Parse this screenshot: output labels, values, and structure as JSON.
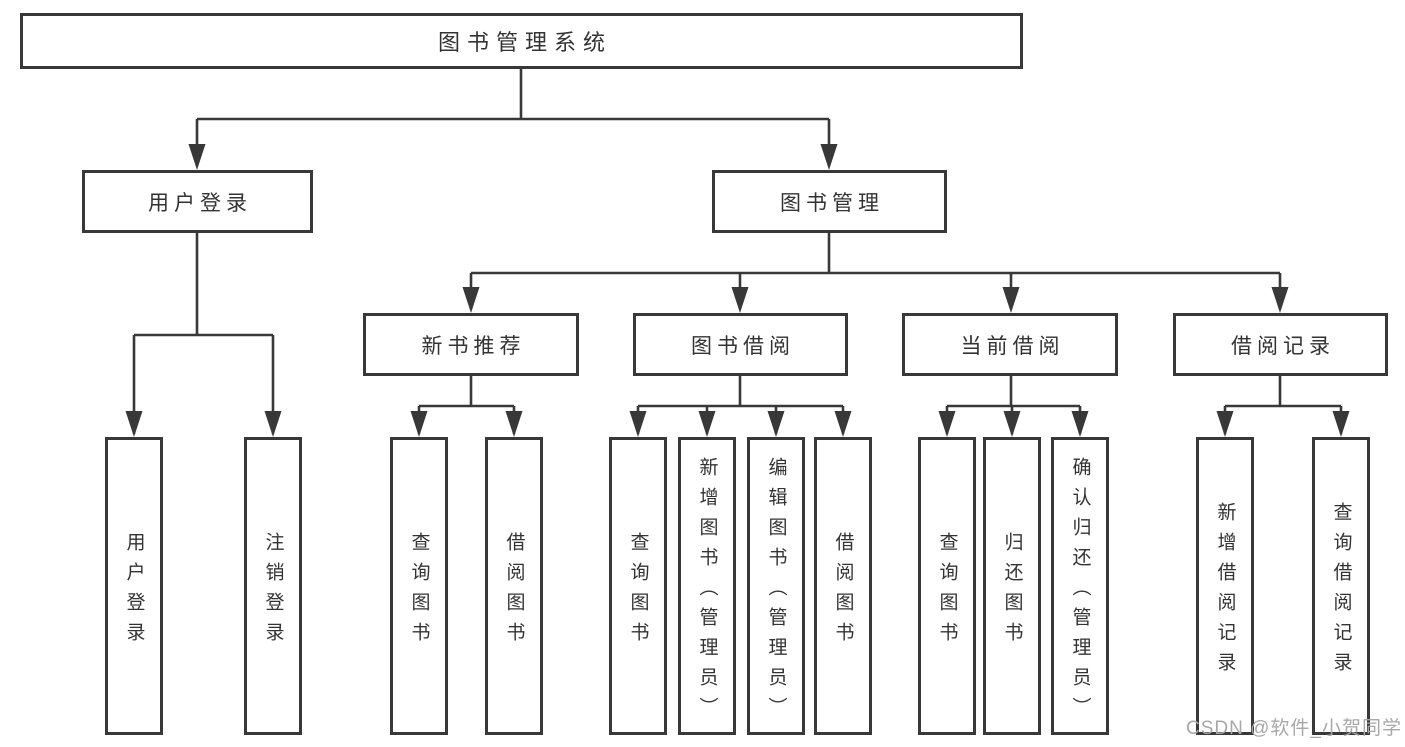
{
  "diagram": {
    "title": "图书管理系统",
    "colors": {
      "line": "#383838",
      "text": "#333333",
      "background": "#ffffff",
      "watermark": "#a8a8a8"
    },
    "nodes": {
      "root": {
        "label": "图书管理系统"
      },
      "user_login": {
        "label": "用户登录"
      },
      "book_management": {
        "label": "图书管理"
      },
      "new_book_recommend": {
        "label": "新书推荐"
      },
      "book_borrowing": {
        "label": "图书借阅"
      },
      "current_borrowing": {
        "label": "当前借阅"
      },
      "borrowing_records": {
        "label": "借阅记录"
      },
      "leaf_user_login": {
        "label": "用户登录"
      },
      "leaf_logout": {
        "label": "注销登录"
      },
      "leaf_rec_query_books": {
        "label": "查询图书"
      },
      "leaf_rec_borrow_books": {
        "label": "借阅图书"
      },
      "leaf_bb_query_books": {
        "label": "查询图书"
      },
      "leaf_bb_add_books_admin": {
        "label": "新增图书（管理员）"
      },
      "leaf_bb_edit_books_admin": {
        "label": "编辑图书（管理员）"
      },
      "leaf_bb_borrow_books": {
        "label": "借阅图书"
      },
      "leaf_cb_query_books": {
        "label": "查询图书"
      },
      "leaf_cb_return_books": {
        "label": "归还图书"
      },
      "leaf_cb_confirm_return_admin": {
        "label": "确认归还（管理员）"
      },
      "leaf_br_add_record": {
        "label": "新增借阅记录"
      },
      "leaf_br_query_record": {
        "label": "查询借阅记录"
      }
    },
    "watermark": {
      "text": "CSDN @软件_小贺同学"
    }
  }
}
